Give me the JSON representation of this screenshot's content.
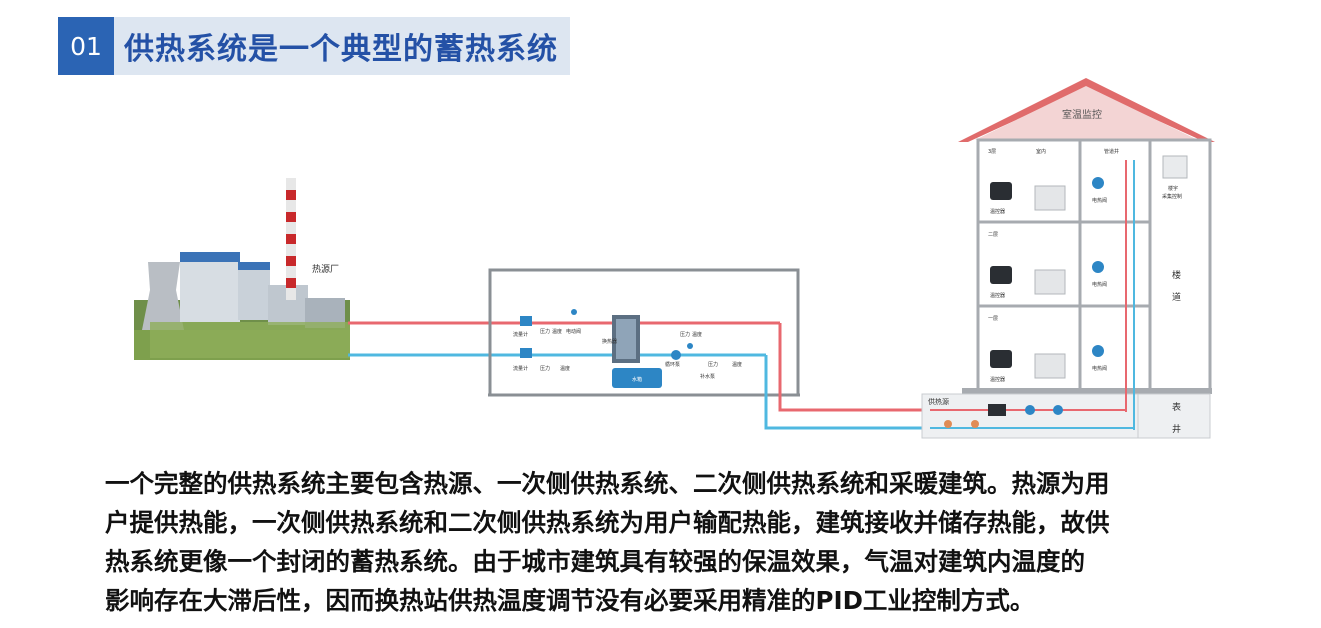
{
  "header": {
    "number": "01",
    "title": "供热系统是一个典型的蓄热系统"
  },
  "diagram": {
    "plant_label": "热源厂",
    "roof_label": "室温监控",
    "building_header": {
      "floor": "3层",
      "room": "室内",
      "pipe": "管道井"
    },
    "floors": [
      "3层",
      "二层",
      "一层"
    ],
    "thermostat_label": "温控器",
    "valve_label": "电热阀",
    "right_panel": {
      "line1": "楼宇",
      "line2": "采集控制"
    },
    "stairwell": [
      "楼",
      "道"
    ],
    "meter_well": [
      "表",
      "井"
    ],
    "station_label": "供热源",
    "station_primary": [
      "流量计",
      "压力",
      "温度",
      "电动阀"
    ],
    "station_secondary": [
      "流量计",
      "压力",
      "温度"
    ],
    "station_right": [
      "压力",
      "温度"
    ],
    "station_lower": [
      "循环泵",
      "压力",
      "温度",
      "补水泵"
    ],
    "tank_label": "水箱",
    "exchanger_label": "换热器",
    "pipe_colors": {
      "supply": "#e8686f",
      "return": "#4fb8e0"
    }
  },
  "paragraph": {
    "lines": [
      "一个完整的供热系统主要包含热源、一次侧供热系统、二次侧供热系统和采暖建筑。热源为用",
      "户提供热能，一次侧供热系统和二次侧供热系统为用户输配热能，建筑接收并储存热能，故供",
      "热系统更像一个封闭的蓄热系统。由于城市建筑具有较强的保温效果，气温对建筑内温度的",
      "影响存在大滞后性，因而换热站供热温度调节没有必要采用精准的PID工业控制方式。"
    ]
  }
}
